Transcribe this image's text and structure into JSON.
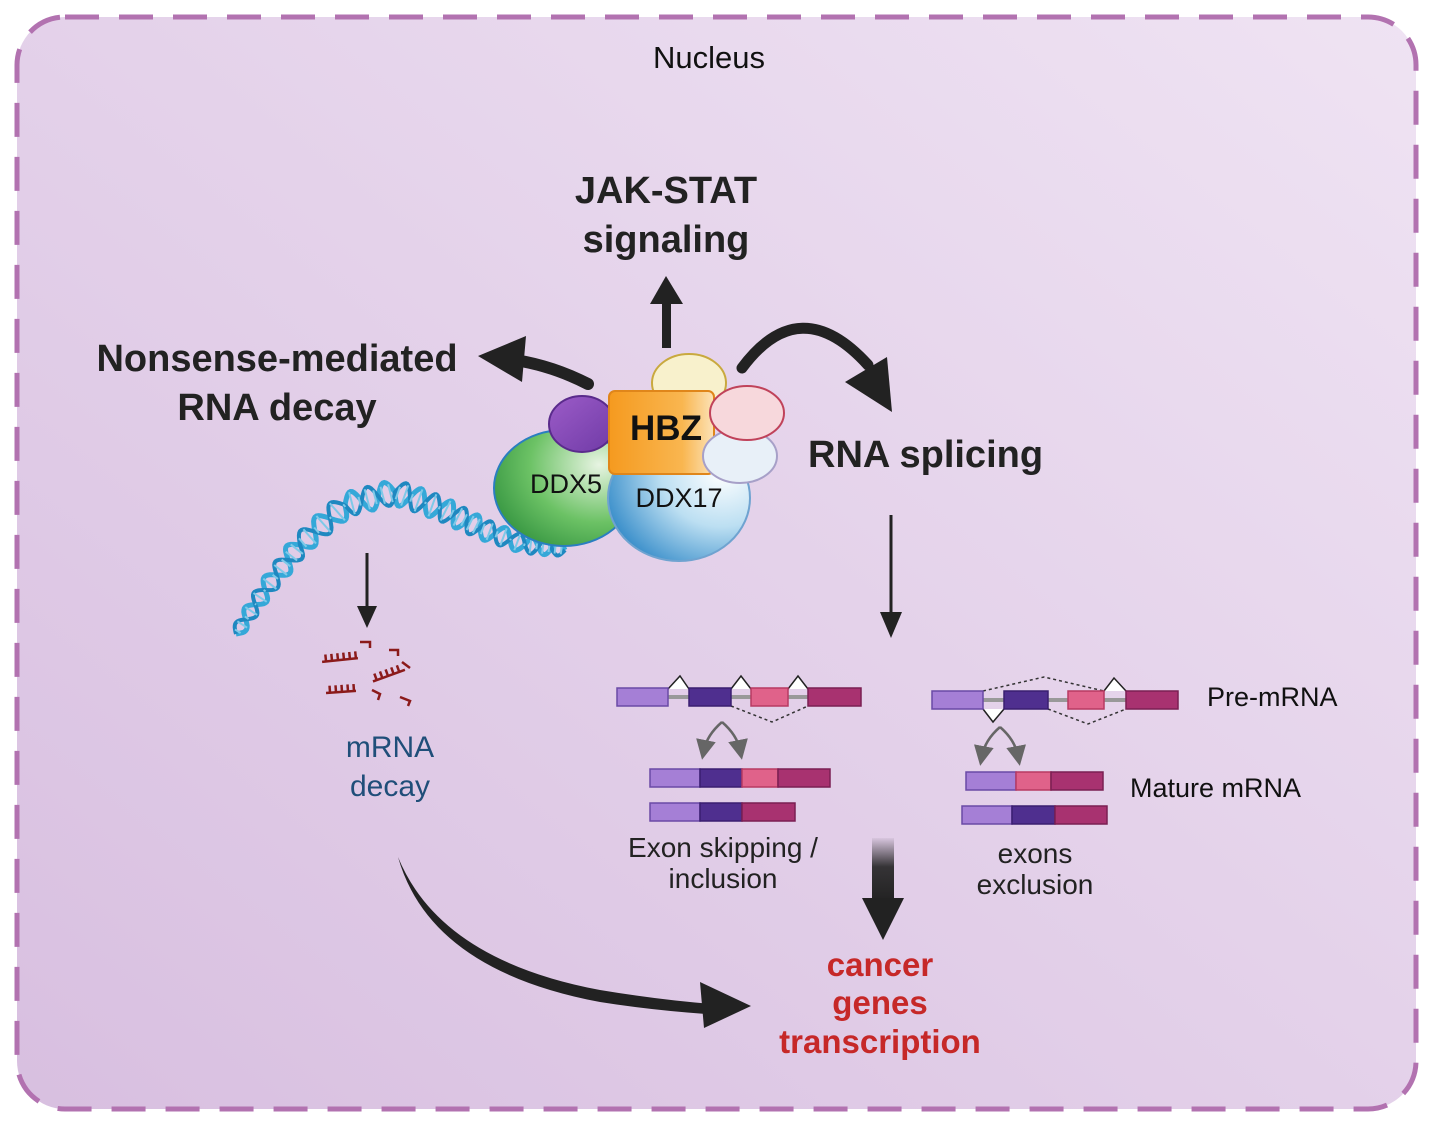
{
  "compartment": {
    "label": "Nucleus"
  },
  "pathways": {
    "jak_stat": [
      "JAK-STAT",
      "signaling"
    ],
    "nmd": [
      "Nonsense-mediated",
      "RNA decay"
    ],
    "splicing": "RNA splicing"
  },
  "complex": {
    "hbz": "HBZ",
    "ddx5": "DDX5",
    "ddx17": "DDX17"
  },
  "decay": {
    "label": [
      "mRNA",
      "decay"
    ]
  },
  "splicing_panel": {
    "pre_mrna": "Pre-mRNA",
    "mature_mrna": "Mature mRNA",
    "exon_skipping": [
      "Exon skipping /",
      "inclusion"
    ],
    "exon_exclusion": [
      "exons",
      "exclusion"
    ]
  },
  "outcome": {
    "label": [
      "cancer",
      "genes",
      "transcription"
    ]
  },
  "colors": {
    "nucleus_fill": "#e4d2ea",
    "nucleus_border": "#b272b0",
    "arrow": "#222222",
    "hbz": "#f7a030",
    "ddx5": "#3aa64a",
    "ddx17": "#2a86c8",
    "dna": "#35a8d8",
    "fragments": "#8b1a1a",
    "outcome_text": "#c62828",
    "decay_text": "#1f4e79",
    "exon_light_purple": "#a57fd6",
    "exon_dark_purple": "#4f2f8f",
    "exon_pink": "#e0628a",
    "exon_magenta": "#a83270"
  }
}
